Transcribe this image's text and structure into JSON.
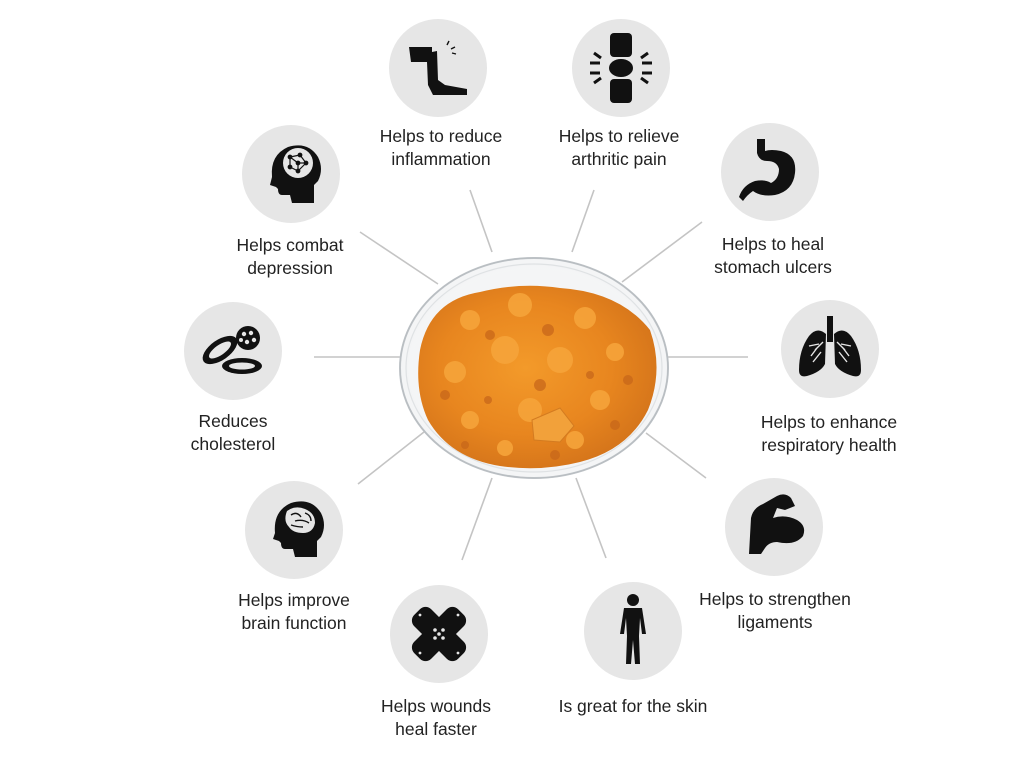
{
  "benefits": [
    {
      "icon": "leg-icon",
      "line1": "Helps to reduce",
      "line2": "inflammation"
    },
    {
      "icon": "joint-icon",
      "line1": "Helps to relieve",
      "line2": "arthritic pain"
    },
    {
      "icon": "stomach-icon",
      "line1": "Helps to heal",
      "line2": "stomach ulcers"
    },
    {
      "icon": "lungs-icon",
      "line1": "Helps to enhance",
      "line2": "respiratory health"
    },
    {
      "icon": "muscle-arm-icon",
      "line1": "Helps to strengthen",
      "line2": "ligaments"
    },
    {
      "icon": "human-body-icon",
      "line1": "Is great for the skin",
      "line2": ""
    },
    {
      "icon": "bandage-icon",
      "line1": "Helps wounds",
      "line2": "heal faster"
    },
    {
      "icon": "brain-head-icon",
      "line1": "Helps improve",
      "line2": "brain function"
    },
    {
      "icon": "cholesterol-cells-icon",
      "line1": "Reduces",
      "line2": "cholesterol"
    },
    {
      "icon": "depression-head-icon",
      "line1": "Helps combat",
      "line2": "depression"
    }
  ],
  "colors": {
    "icon_circle": "#e6e6e6",
    "connector": "#c4c4c4",
    "powder": "#e8861f",
    "icon": "#111111",
    "text": "#222222"
  }
}
